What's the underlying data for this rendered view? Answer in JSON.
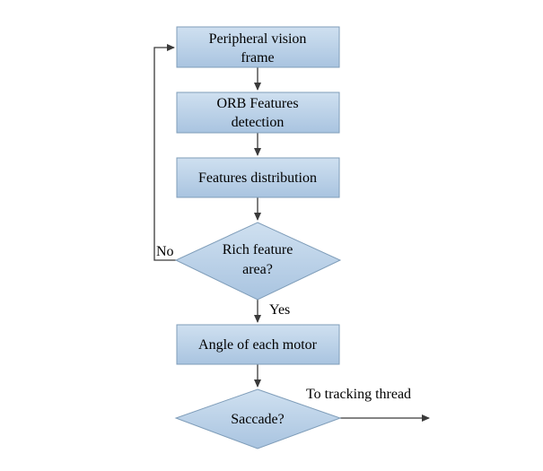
{
  "colors": {
    "node_fill_top": "#cfe0f0",
    "node_fill_bottom": "#a9c4e0",
    "node_stroke": "#7f9db9",
    "line": "#3a3a3a"
  },
  "nodes": {
    "peripheral": {
      "lines": [
        "Peripheral vision",
        "frame"
      ]
    },
    "orb": {
      "lines": [
        "ORB Features",
        "detection"
      ]
    },
    "distribution": {
      "lines": [
        "Features distribution"
      ]
    },
    "rich": {
      "lines": [
        "Rich feature",
        "area?"
      ]
    },
    "angle": {
      "lines": [
        "Angle of each motor"
      ]
    },
    "saccade": {
      "lines": [
        "Saccade?"
      ]
    }
  },
  "labels": {
    "no": "No",
    "yes": "Yes",
    "tracking": "To tracking thread"
  }
}
